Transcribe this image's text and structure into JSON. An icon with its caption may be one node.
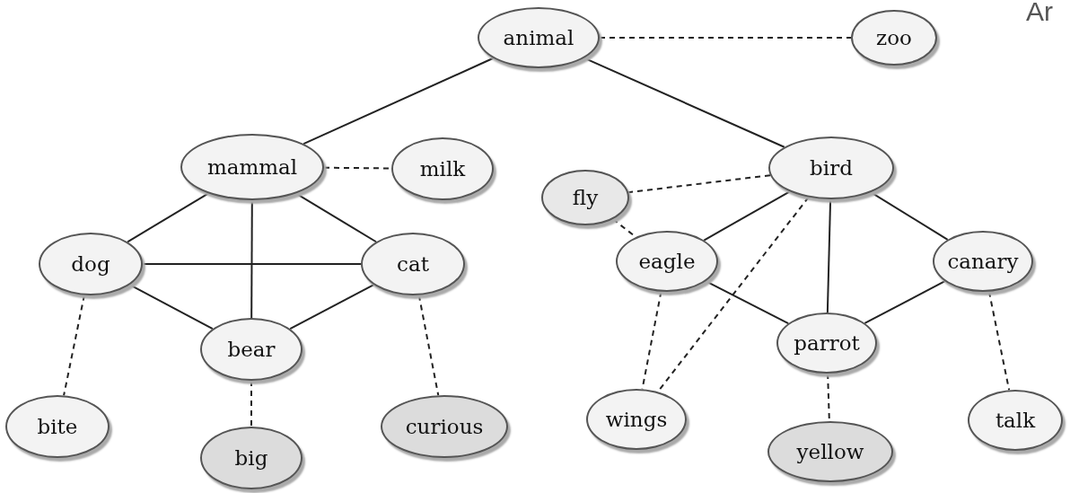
{
  "diagram": {
    "nodes": [
      {
        "text": [
          "animal"
        ]
      },
      {
        "text": [
          "zoo"
        ]
      },
      {
        "text": [
          "mammal"
        ]
      },
      {
        "text": [
          "milk"
        ]
      },
      {
        "text": [
          "bird"
        ]
      },
      {
        "text": [
          "fly"
        ]
      },
      {
        "text": [
          "dog"
        ]
      },
      {
        "text": [
          "cat"
        ]
      },
      {
        "text": [
          "eagle"
        ]
      },
      {
        "text": [
          "canary"
        ]
      },
      {
        "text": [
          "bear"
        ]
      },
      {
        "text": [
          "parrot"
        ]
      },
      {
        "text": [
          "bite"
        ]
      },
      {
        "text": [
          "big"
        ]
      },
      {
        "text": [
          "curious"
        ]
      },
      {
        "text": [
          "wings"
        ]
      },
      {
        "text": [
          "yellow"
        ]
      },
      {
        "text": [
          "talk"
        ]
      }
    ],
    "edges": [
      {
        "from": 0,
        "to": 1,
        "arrow": "none",
        "style": "dashed"
      },
      {
        "from": 0,
        "to": 2,
        "arrow": "none"
      },
      {
        "from": 0,
        "to": 4,
        "arrow": "none"
      },
      {
        "from": 2,
        "to": 3,
        "arrow": "none",
        "style": "dashed"
      },
      {
        "from": 2,
        "to": 6,
        "arrow": "none"
      },
      {
        "from": 2,
        "to": 10,
        "arrow": "none"
      },
      {
        "from": 2,
        "to": 7,
        "arrow": "none"
      },
      {
        "from": 6,
        "to": 7,
        "arrow": "none"
      },
      {
        "from": 6,
        "to": 10,
        "arrow": "none"
      },
      {
        "from": 7,
        "to": 10,
        "arrow": "none"
      },
      {
        "from": 6,
        "to": 12,
        "arrow": "none",
        "style": "dashed"
      },
      {
        "from": 10,
        "to": 13,
        "arrow": "none",
        "style": "dashed"
      },
      {
        "from": 7,
        "to": 14,
        "arrow": "none",
        "style": "dashed"
      },
      {
        "from": 4,
        "to": 5,
        "arrow": "none",
        "style": "dashed"
      },
      {
        "from": 5,
        "to": 8,
        "arrow": "none",
        "style": "dashed"
      },
      {
        "from": 4,
        "to": 8,
        "arrow": "none"
      },
      {
        "from": 4,
        "to": 11,
        "arrow": "none"
      },
      {
        "from": 4,
        "to": 9,
        "arrow": "none"
      },
      {
        "from": 4,
        "to": 15,
        "arrow": "none",
        "style": "dashed"
      },
      {
        "from": 8,
        "to": 11,
        "arrow": "none"
      },
      {
        "from": 9,
        "to": 11,
        "arrow": "none"
      },
      {
        "from": 8,
        "to": 15,
        "arrow": "none",
        "style": "dashed"
      },
      {
        "from": 11,
        "to": 16,
        "arrow": "none",
        "style": "dashed"
      },
      {
        "from": 9,
        "to": 17,
        "arrow": "none",
        "style": "dashed"
      }
    ],
    "labels": [
      "Ar"
    ]
  }
}
